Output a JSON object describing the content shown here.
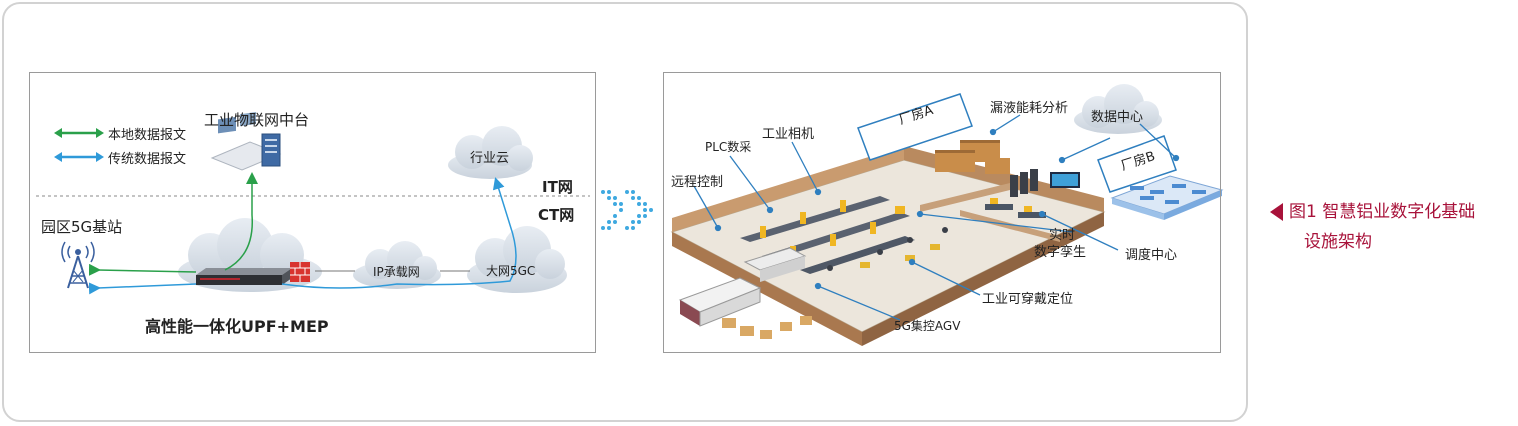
{
  "left_panel": {
    "legend": {
      "local_label": "本地数据报文",
      "traditional_label": "传统数据报文",
      "local_color": "#2aa04a",
      "traditional_color": "#2f9ad9"
    },
    "iot_platform_label": "工业物联网中台",
    "industry_cloud_label": "行业云",
    "it_label": "IT网",
    "ct_label": "CT网",
    "base_station_label": "园区5G基站",
    "ip_network_label": "IP承载网",
    "core_5gc_label": "大网5GC",
    "upf_label": "高性能一体化UPF+MEP"
  },
  "right_panel": {
    "factory_a_label": "厂房A",
    "factory_b_label": "厂房B",
    "leak_label": "漏液能耗分析",
    "datacenter_label": "数据中心",
    "camera_label": "工业相机",
    "plc_label": "PLC数采",
    "remote_label": "远程控制",
    "twin_label_1": "实时",
    "twin_label_2": "数字孪生",
    "dispatch_label": "调度中心",
    "wearable_label": "工业可穿戴定位",
    "agv_label": "5G集控AGV"
  },
  "caption": {
    "line1": "图1  智慧铝业数字化基础",
    "line2": "设施架构",
    "accent_color": "#a8123a"
  }
}
